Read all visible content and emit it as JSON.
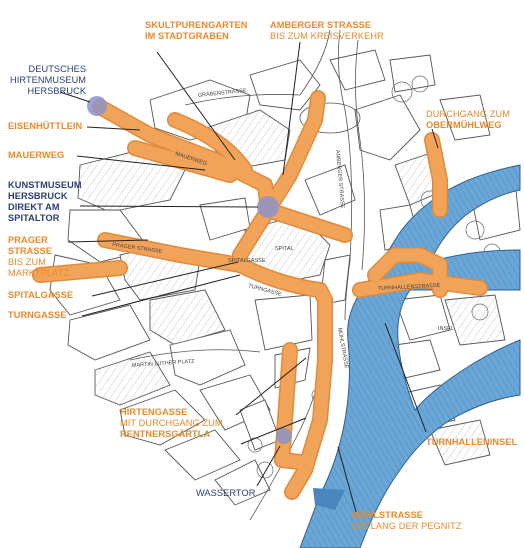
{
  "colors": {
    "route": "#f2a35a",
    "route_stroke": "#e08a3a",
    "water": "#6aa7d6",
    "water_dark": "#4a86bd",
    "sketch": "#4a4a4a",
    "label_orange": "#e8892c",
    "label_blue": "#2b3d78",
    "poi": "#8c93c9"
  },
  "labels": {
    "hirtenmuseum": [
      "DEUTSCHES",
      "HIRTENMUSEUM",
      "HERSBRUCK"
    ],
    "eisenhuettlein": "EISENHÜTTLEIN",
    "mauerweg": "MAUERWEG",
    "kunstmuseum": [
      "KUNSTMUSEUM",
      "HERSBRUCK",
      "DIREKT AM",
      "SPITALTOR"
    ],
    "prager_strasse": [
      "PRAGER",
      "STRASSE"
    ],
    "prager_sub": [
      "BIS ZUM",
      "MARKTPLATZ"
    ],
    "spitalgasse": "SPITALGASSE",
    "turngasse": "TURNGASSE",
    "skulpturengarten": [
      "SKULTPURENGARTEN",
      "IM STADTGRABEN"
    ],
    "amberger": "AMBERGER STRASSE",
    "amberger_sub": "BIS ZUM KREISVERKEHR",
    "durchgang": "DURCHGANG ZUM",
    "obermuehlweg": "OBERMÜHLWEG",
    "hirtengasse": "HIRTENGASSE",
    "hirtengasse_sub": "MIT DURCHGANG ZUM",
    "rentnersgaertla": "RENTNERSGÄRTLA",
    "turnhalleninsel": "TURNHALLENINSEL",
    "wassertor": "WASSERTOR",
    "muehlstrasse": "MÜHLSTRASSE",
    "muehlstrasse_sub": "ENTLANG DER PEGNITZ"
  },
  "street_sketch_labels": {
    "grabenstrasse": "GRABENSTRASSE",
    "amberger_strasse_map": "AMBERGER STRASSE",
    "martin_luther_platz": "MARTIN LUTHER PLATZ",
    "spitalgasse_map": "SPITALGASSE",
    "turngasse_map": "TURNGASSE",
    "muehlstrasse_map": "MÜHLSTRASSE",
    "turnhallenstrasse": "TURNHALLENSTRASSE",
    "prager_strasse_map": "PRAGER STRASSE",
    "mauerweg_map": "MAUERWEG",
    "insel": "INSEL",
    "spitalkirche": "SPITAL"
  }
}
